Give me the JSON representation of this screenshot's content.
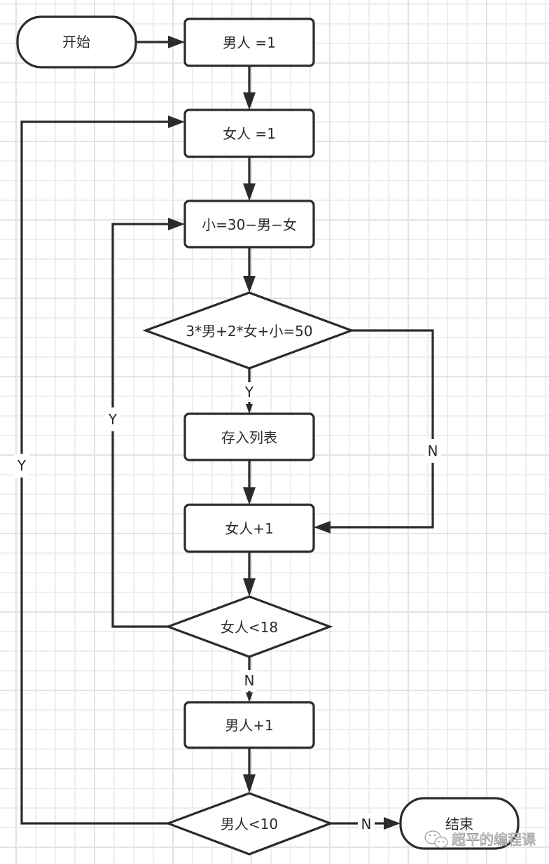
{
  "diagram": {
    "type": "flowchart",
    "nodes": {
      "start": {
        "label": "开始",
        "shape": "terminal"
      },
      "men_init": {
        "label": "男人 =1",
        "shape": "process"
      },
      "women_init": {
        "label": "女人 =1",
        "shape": "process"
      },
      "child_calc": {
        "label": "小=30−男−女",
        "shape": "process"
      },
      "check_sum": {
        "label": "3*男+2*女+小=50",
        "shape": "decision"
      },
      "store_list": {
        "label": "存入列表",
        "shape": "process"
      },
      "women_inc": {
        "label": "女人+1",
        "shape": "process"
      },
      "check_women": {
        "label": "女人<18",
        "shape": "decision"
      },
      "men_inc": {
        "label": "男人+1",
        "shape": "process"
      },
      "check_men": {
        "label": "男人<10",
        "shape": "decision"
      },
      "end": {
        "label": "结束",
        "shape": "terminal"
      }
    },
    "edges": [
      {
        "from": "start",
        "to": "men_init",
        "label": ""
      },
      {
        "from": "men_init",
        "to": "women_init",
        "label": ""
      },
      {
        "from": "women_init",
        "to": "child_calc",
        "label": ""
      },
      {
        "from": "child_calc",
        "to": "check_sum",
        "label": ""
      },
      {
        "from": "check_sum",
        "to": "store_list",
        "label": "Y"
      },
      {
        "from": "check_sum",
        "to": "women_inc",
        "label": "N"
      },
      {
        "from": "store_list",
        "to": "women_inc",
        "label": ""
      },
      {
        "from": "women_inc",
        "to": "check_women",
        "label": ""
      },
      {
        "from": "check_women",
        "to": "child_calc",
        "label": "Y"
      },
      {
        "from": "check_women",
        "to": "men_inc",
        "label": "N"
      },
      {
        "from": "men_inc",
        "to": "check_men",
        "label": ""
      },
      {
        "from": "check_men",
        "to": "women_init",
        "label": "Y"
      },
      {
        "from": "check_men",
        "to": "end",
        "label": "N"
      }
    ],
    "labels": {
      "yes": "Y",
      "no": "N"
    }
  },
  "watermark": {
    "icon": "wechat-icon",
    "text": "超平的编程课"
  },
  "colors": {
    "stroke": "#2b2b2b",
    "background": "#ffffff",
    "grid_minor": "#eeeeee",
    "grid_major": "#e3e3e3"
  }
}
